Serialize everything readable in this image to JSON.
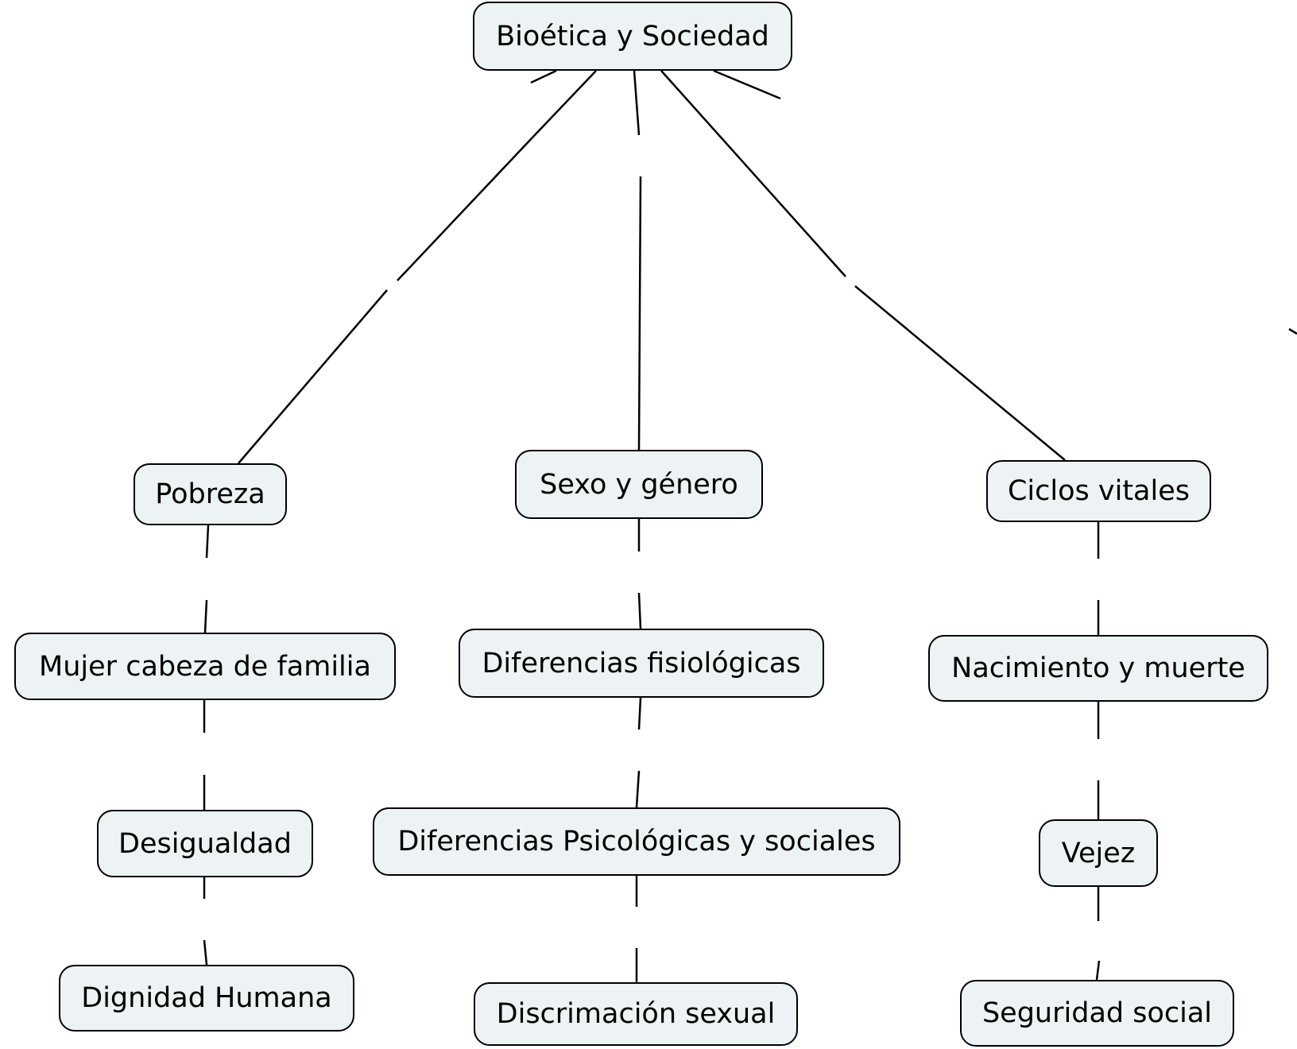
{
  "diagram": {
    "nodes": {
      "root": "Bioética y Sociedad",
      "pobreza": "Pobreza",
      "sexo": "Sexo y género",
      "ciclos": "Ciclos vitales",
      "mujer": "Mujer cabeza de familia",
      "difis": "Diferencias fisiológicas",
      "nac": "Nacimiento y muerte",
      "desig": "Desigualdad",
      "dipsi": "Diferencias Psicológicas y sociales",
      "vejez": "Vejez",
      "dign": "Dignidad Humana",
      "discr": "Discrimación sexual",
      "segu": "Seguridad social"
    },
    "edges": [
      [
        "root",
        "pobreza"
      ],
      [
        "root",
        "sexo"
      ],
      [
        "root",
        "ciclos"
      ],
      [
        "pobreza",
        "mujer"
      ],
      [
        "mujer",
        "desig"
      ],
      [
        "desig",
        "dign"
      ],
      [
        "sexo",
        "difis"
      ],
      [
        "difis",
        "dipsi"
      ],
      [
        "dipsi",
        "discr"
      ],
      [
        "ciclos",
        "nac"
      ],
      [
        "nac",
        "vejez"
      ],
      [
        "vejez",
        "segu"
      ]
    ]
  },
  "colors": {
    "node_fill": "#edf3f5",
    "node_border": "#000000",
    "line": "#000000"
  }
}
